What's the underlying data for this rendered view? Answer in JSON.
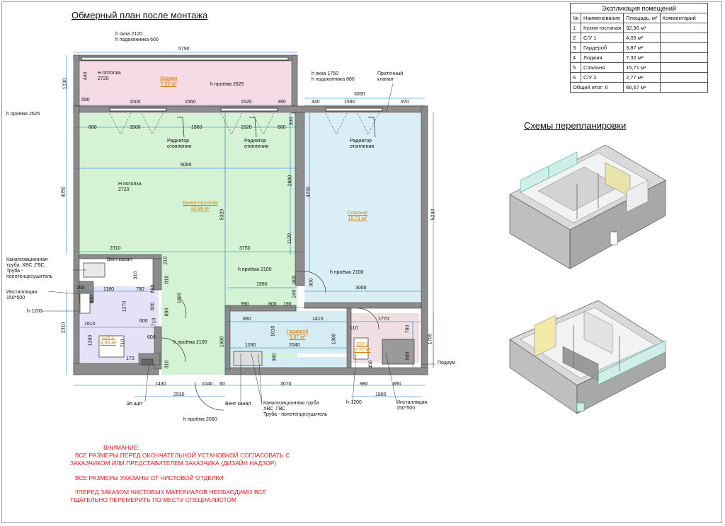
{
  "plan_title": "Обмерный план после монтажа",
  "schemes_title": "Схемы перепланировки",
  "explication": {
    "title": "Экспликация помещений",
    "columns": [
      "№",
      "Наименование",
      "Площадь, м²",
      "Комментарий"
    ],
    "rows": [
      [
        "1",
        "Кухня-гостиная",
        "32,96 м²",
        ""
      ],
      [
        "2",
        "С/У 1",
        "4,05 м²",
        ""
      ],
      [
        "3",
        "Гардероб",
        "3,87 м²",
        ""
      ],
      [
        "4",
        "Лоджия",
        "7,32 м²",
        ""
      ],
      [
        "5",
        "Спальня",
        "15,71 м²",
        ""
      ],
      [
        "6",
        "С/У 2",
        "2,77 м²",
        ""
      ]
    ],
    "total_label": "Общий итог: 6",
    "total_value": "66,67 м²"
  },
  "rooms": {
    "loggia": "Лоджия\n7,32 м²",
    "kitchen": "Кухня-гостиная\n32,96 м²",
    "bedroom": "Спальня\n15,71 м²",
    "wardrobe": "Гардероб\n3,87 м²",
    "su1": "С/У 1\n4,05 м²",
    "su2": "С/У 2\n2,77 м²"
  },
  "labels": {
    "h_okna_1": "h окна 2120\nh подоконника 600",
    "h_potolka_1": "Н потолка\n2720",
    "h_proema_2625_a": "h проема 2625",
    "h_proema_2625_b": "h проема 2625",
    "h_okna_2": "h окна 1750\nh подоконника 880",
    "pritochny": "Приточный\nклапан",
    "radiator_1": "Радиатор\nотопления",
    "radiator_2": "Радиатор\nотопления",
    "radiator_3": "Радиатор\nотопления",
    "h_potolka_2": "Н потолка\n2720",
    "kanal_left": "Канализационная\nтруба, ХВС ,ГВС,\nТруба -\nполотенцесушитель",
    "vent_1": "Вент.канал",
    "installation_left": "Инсталляция\n150*500",
    "h1200_left": "h-1200",
    "h_proema_2100_a": "h проёма 2100",
    "h_proema_2100_b": "h проёма 2100",
    "h_proema_2100_c": "h проёма 2100",
    "el_shit": "Эл.щит",
    "vent_2": "Вент канал",
    "h_proema_2060": "h проёма 2060",
    "kanal_bottom": "Канализационная труба\nХВС ,ГВС\nТруба - полотенцесушитель",
    "h1200_bottom": "h-1200",
    "installation_bottom": "Инсталляция\n150*500",
    "podium": "Подиум"
  },
  "dims": {
    "d5790": "5790",
    "d1230": "1230",
    "d440a": "440",
    "d590": "590",
    "d1500a": "1500",
    "d1560a": "1560",
    "d1520a": "1520",
    "d390": "390",
    "d800a": "800",
    "d1500b": "1500",
    "d1560b": "1560",
    "d1520b": "1520",
    "d680": "680",
    "d300": "300",
    "d3000a": "3000",
    "d440b": "440",
    "d1590": "1590",
    "d970": "970",
    "d6060": "6060",
    "d4050": "4050",
    "d5320": "5320",
    "d2800": "2800",
    "d4230": "4230",
    "d5230": "5230",
    "d1120": "1120",
    "d2310a": "2310",
    "d3750": "3750",
    "d210": "210",
    "d810": "810",
    "d1820": "1820",
    "d1180": "1180",
    "d780": "780",
    "d690": "690",
    "d310a": "310",
    "d250": "250",
    "d600a": "600",
    "d1270": "1270",
    "d800b": "800",
    "d800c": "800",
    "d1610": "1610",
    "d600b": "600",
    "d710a": "710",
    "d710b": "710",
    "d1390a": "1390",
    "d2310b": "2310",
    "d170": "170",
    "d310b": "310",
    "d600c": "600",
    "d1990": "1990",
    "d900a": "900",
    "d240": "240",
    "d3000b": "3000",
    "d990": "990",
    "d800d": "800",
    "d190": "190",
    "d900b": "900",
    "d860": "860",
    "d1010": "1010",
    "d1410": "1410",
    "d1770": "1770",
    "d110": "110",
    "d1690": "1690",
    "d1030": "1030",
    "d2040": "2040",
    "d1390b": "1390",
    "d380": "380",
    "d1700": "1700",
    "d790": "790",
    "d400": "400",
    "d900c": "900",
    "d1430": "1430",
    "d2530": "2530",
    "d1040": "1040",
    "d60": "60",
    "d3070": "3070",
    "d980": "980",
    "d1880": "1880",
    "d890": "890"
  },
  "notes": [
    "ВНИМАНИЕ:",
    "ВСЕ РАЗМЕРЫ ПЕРЕД ОКОНЧАТЕЛЬНОЙ УСТАНОВКОЙ СОГЛАСОВАТЬ С",
    "ЗАКАЗЧИКОМ ИЛИ ПРЕДСТАВИТЕЛЕМ ЗАКАЗЧИКА (ДИЗАЙН НАДЗОР)",
    "ВСЕ РАЗМЕРЫ УКАЗАНЫ ОТ ЧИСТОВОЙ ОТДЕЛКИ",
    "!!ПЕРЕД ЗАКАЗОМ ЧИСТОВЫХ МАТЕРИАЛОВ НЕОБХОДИМО ВСЕ",
    "ТЩАТЕЛЬНО ПЕРЕМЕРИТЬ ПО МЕСТУ СПЕЦИАЛИСТОМ"
  ],
  "colors": {
    "kitchen": "#d4f2d4",
    "bedroom": "#d9eef5",
    "loggia": "#f6dbe5",
    "wardrobe": "#d5ecf3",
    "su1": "#e4e2f6",
    "su2": "#f0dfe2",
    "wall": "#8c8c8c",
    "dim": "#1a6fd6",
    "note": "#e4141b",
    "room_label": "#e07b00"
  }
}
